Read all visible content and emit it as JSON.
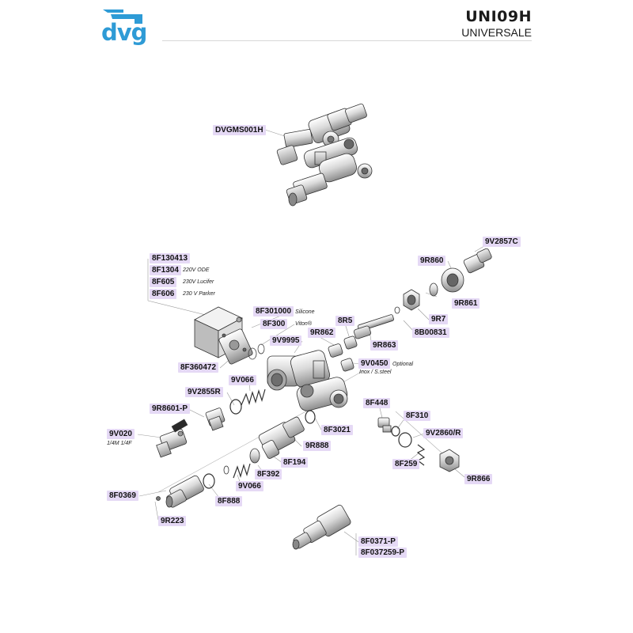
{
  "header": {
    "code": "UNI09H",
    "subtitle": "UNIVERSALE",
    "logo_text": "dvg",
    "logo_color": "#2e9bd6"
  },
  "label_color": "#e5d9f5",
  "parts": {
    "dvgms001h": "DVGMS001H",
    "p9v2857c": "9V2857C",
    "p9r860": "9R860",
    "p8f130413": "8F130413",
    "p8f1304": "8F1304",
    "p8f605": "8F605",
    "p8f606": "8F606",
    "p9r861": "9R861",
    "p8f301000": "8F301000",
    "p9r7": "9R7",
    "p8f300": "8F300",
    "p8r5": "8R5",
    "p8b00831": "8B00831",
    "p9r862": "9R862",
    "p9v9995": "9V9995",
    "p9r863": "9R863",
    "p9v0450": "9V0450",
    "p8f360472": "8F360472",
    "p9v066a": "9V066",
    "p9v2855r": "9V2855R",
    "p8f448": "8F448",
    "p9r8601p": "9R8601-P",
    "p8f310": "8F310",
    "p8f3021": "8F3021",
    "p9v2860r": "9V2860/R",
    "p9v020": "9V020",
    "p9r888": "9R888",
    "p8f194": "8F194",
    "p8f259": "8F259",
    "p8f392": "8F392",
    "p9r866": "9R866",
    "p9v066b": "9V066",
    "p8f0369": "8F0369",
    "p8f888": "8F888",
    "p9r223": "9R223",
    "p8f0371p": "8F0371-P",
    "p8f037259p": "8F037259-P"
  },
  "notes": {
    "n8f1304": "220V ODE",
    "n8f605": "230V Lucifer",
    "n8f606": "230 V Parker",
    "n8f301000": "Silicone",
    "n8f300": "Viton®",
    "n9v0450_a": "Optional",
    "n9v0450_b": "Inox / S.steel",
    "n9v020": "1/4M 1/4F"
  }
}
